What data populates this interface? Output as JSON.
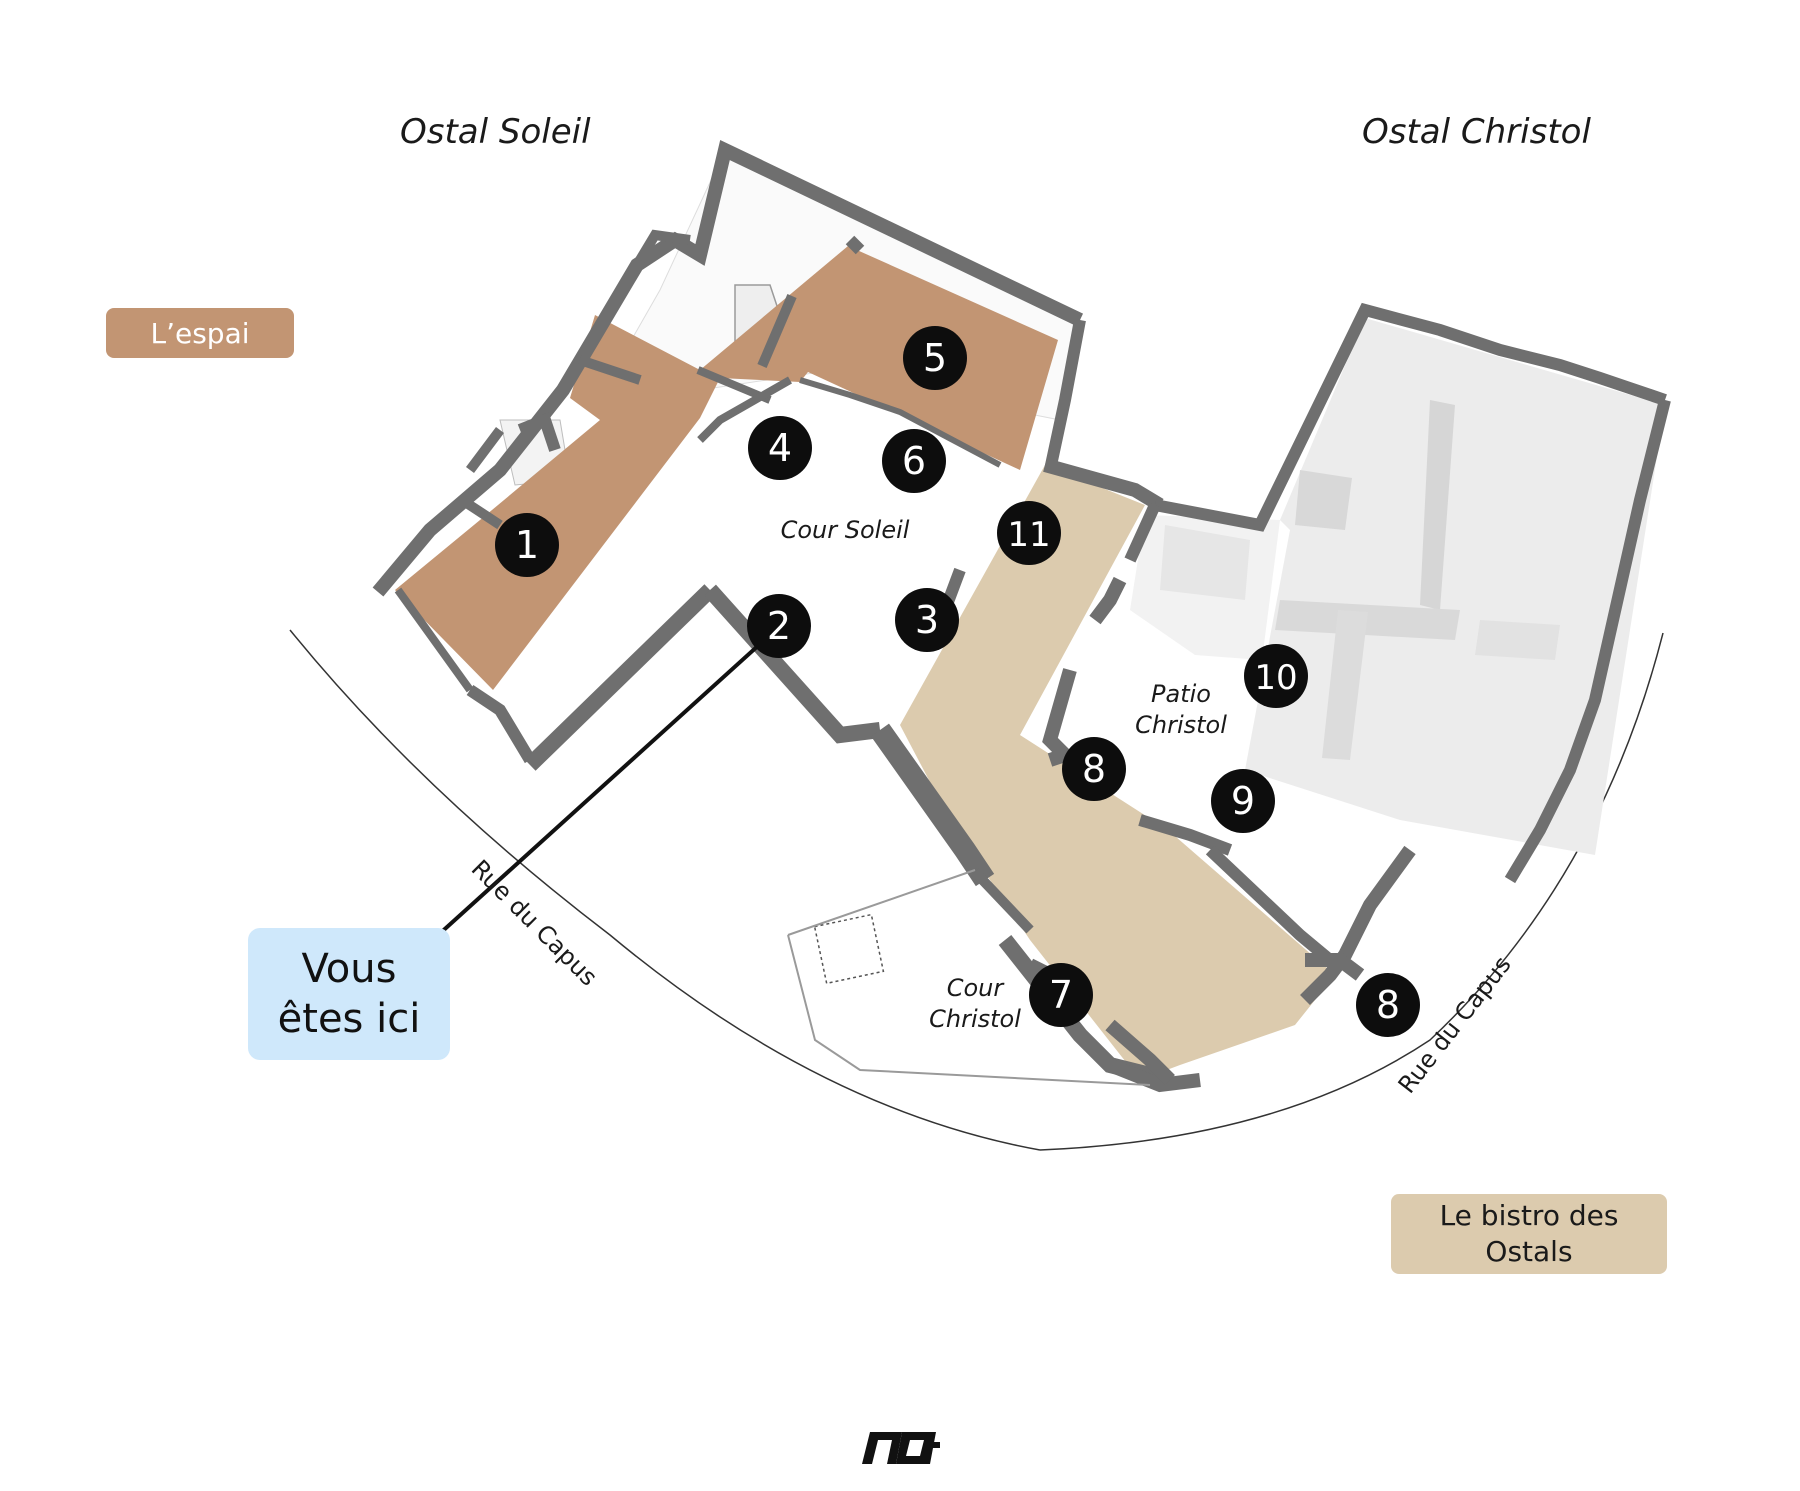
{
  "buildings": {
    "left": "Ostal Soleil",
    "right": "Ostal Christol"
  },
  "legend": {
    "espai": {
      "label": "L’espai",
      "color": "#c29573"
    },
    "bistro": {
      "label": "Le bistro des Ostals",
      "color": "#dccbae"
    }
  },
  "you_are_here": {
    "line1": "Vous",
    "line2": "êtes ici",
    "color": "#cfe8fb"
  },
  "areas": {
    "cour_soleil": "Cour Soleil",
    "patio_line1": "Patio",
    "patio_line2": "Christol",
    "cour_christol_line1": "Cour",
    "cour_christol_line2": "Christol"
  },
  "streets": {
    "left": "Rue du Capus",
    "right": "Rue du Capus"
  },
  "markers": [
    "1",
    "2",
    "3",
    "4",
    "5",
    "6",
    "7",
    "8",
    "9",
    "10",
    "11",
    "8"
  ],
  "colors": {
    "wall": "#6f6f6f",
    "marker": "#0d0d0d",
    "marker_text": "#ffffff"
  },
  "icons": {
    "logo": "brand-logo-icon"
  }
}
